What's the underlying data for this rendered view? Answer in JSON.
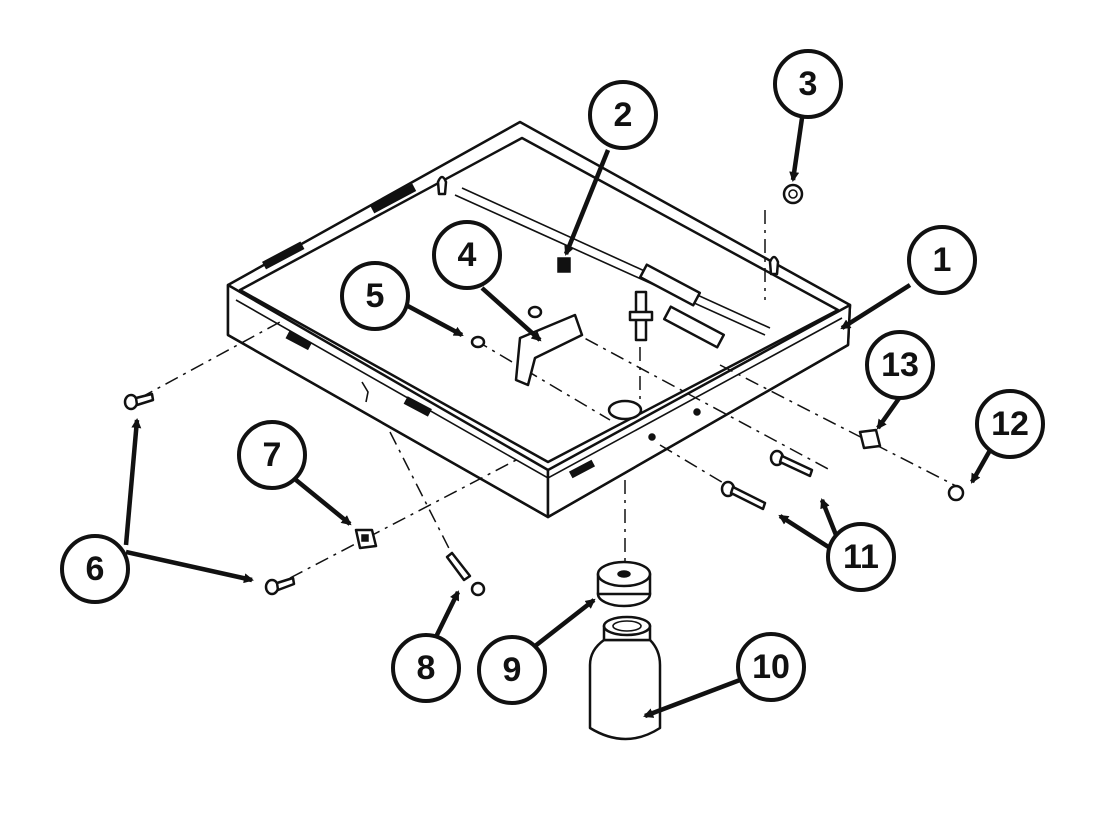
{
  "callouts": [
    {
      "id": "1",
      "label": "1"
    },
    {
      "id": "2",
      "label": "2"
    },
    {
      "id": "3",
      "label": "3"
    },
    {
      "id": "4",
      "label": "4"
    },
    {
      "id": "5",
      "label": "5"
    },
    {
      "id": "6",
      "label": "6"
    },
    {
      "id": "7",
      "label": "7"
    },
    {
      "id": "8",
      "label": "8"
    },
    {
      "id": "9",
      "label": "9"
    },
    {
      "id": "10",
      "label": "10"
    },
    {
      "id": "11",
      "label": "11"
    },
    {
      "id": "12",
      "label": "12"
    },
    {
      "id": "13",
      "label": "13"
    }
  ],
  "colors": {
    "ink": "#111111",
    "background": "#ffffff"
  }
}
